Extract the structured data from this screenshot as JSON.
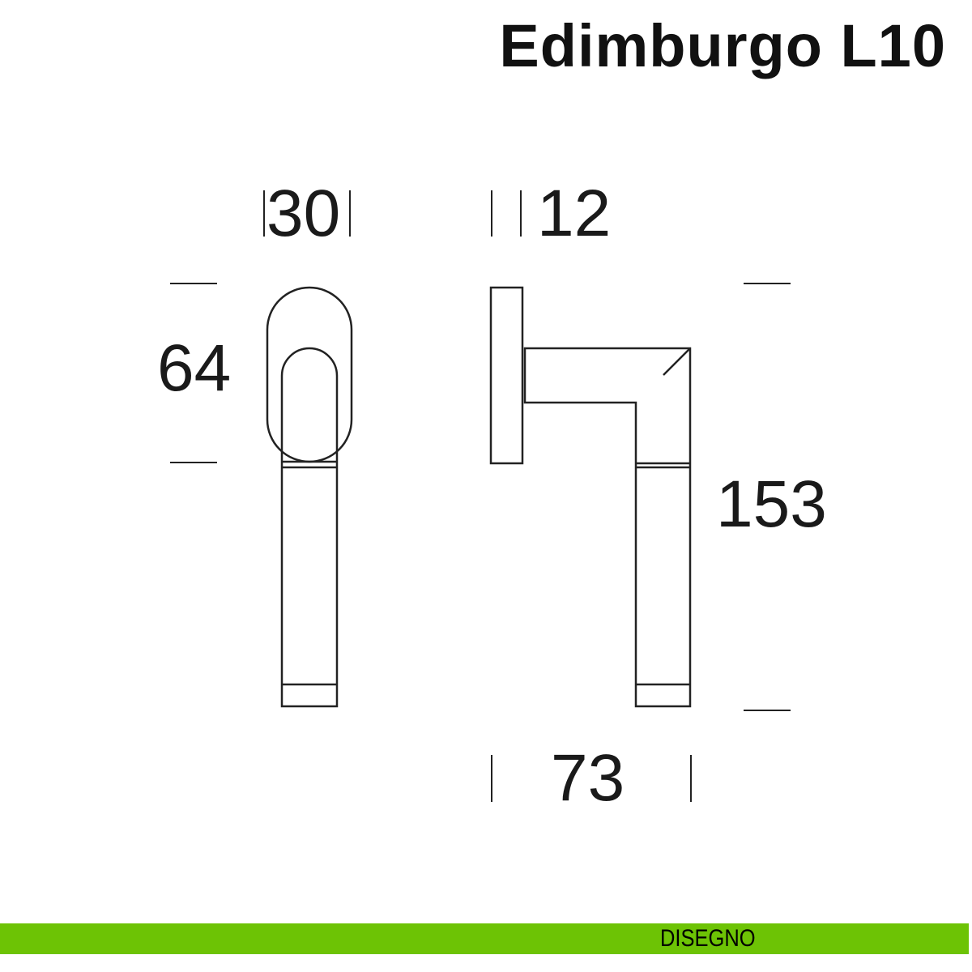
{
  "title": "Edimburgo L10",
  "dimensions": {
    "rose_width": "30",
    "rose_thickness": "12",
    "rose_height": "64",
    "lever_height": "153",
    "lever_projection": "73"
  },
  "footer": {
    "label": "DISEGNO",
    "color": "#6dc305"
  }
}
